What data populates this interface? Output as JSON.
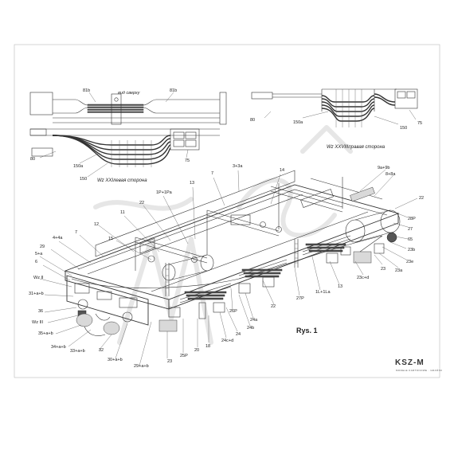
{
  "figure_label": "Rys. 1",
  "brand": {
    "name": "KSZ-M",
    "sub": "MODELE KARTONOWE · GDAŃSK"
  },
  "inset_left": {
    "title": "вид сверху",
    "caption": "Wz XXI",
    "caption_suffix": "левая сторона",
    "labels": [
      "81b",
      "81b",
      "80",
      "150a",
      "75",
      "150"
    ]
  },
  "inset_right": {
    "caption": "Wz XXVIII",
    "caption_suffix": "правая сторона",
    "labels": [
      "80",
      "150a",
      "150",
      "75"
    ]
  },
  "callouts": [
    {
      "id": "c1",
      "text": "3+3a"
    },
    {
      "id": "c2",
      "text": "14"
    },
    {
      "id": "c3",
      "text": "7"
    },
    {
      "id": "c4",
      "text": "13"
    },
    {
      "id": "c5",
      "text": "1P+1Pa"
    },
    {
      "id": "c6",
      "text": "22"
    },
    {
      "id": "c7",
      "text": "11"
    },
    {
      "id": "c8",
      "text": "12"
    },
    {
      "id": "c9",
      "text": "15"
    },
    {
      "id": "c10",
      "text": "7"
    },
    {
      "id": "c11",
      "text": "4+4a"
    },
    {
      "id": "c12",
      "text": "29"
    },
    {
      "id": "c13",
      "text": "5+a"
    },
    {
      "id": "c14",
      "text": "6"
    },
    {
      "id": "c15",
      "text": "Wz II"
    },
    {
      "id": "c16",
      "text": "31+a+b"
    },
    {
      "id": "c17",
      "text": "36"
    },
    {
      "id": "c18",
      "text": "Wz III"
    },
    {
      "id": "c19",
      "text": "35+a+b"
    },
    {
      "id": "c20",
      "text": "34+a+b"
    },
    {
      "id": "c21",
      "text": "33+a+b"
    },
    {
      "id": "c22",
      "text": "32"
    },
    {
      "id": "c23",
      "text": "30+a+b"
    },
    {
      "id": "c24",
      "text": "29+a+b"
    },
    {
      "id": "c25",
      "text": "23"
    },
    {
      "id": "c26",
      "text": "25P"
    },
    {
      "id": "c27",
      "text": "20"
    },
    {
      "id": "c28",
      "text": "18"
    },
    {
      "id": "c29",
      "text": "24c+d"
    },
    {
      "id": "c30",
      "text": "24"
    },
    {
      "id": "c31",
      "text": "24b"
    },
    {
      "id": "c32",
      "text": "24a"
    },
    {
      "id": "c33",
      "text": "26P"
    },
    {
      "id": "c34",
      "text": "22"
    },
    {
      "id": "c35",
      "text": "27P"
    },
    {
      "id": "c36",
      "text": "1L+1La"
    },
    {
      "id": "c37",
      "text": "13"
    },
    {
      "id": "c38",
      "text": "23c+d"
    },
    {
      "id": "c39",
      "text": "23"
    },
    {
      "id": "c40",
      "text": "23a"
    },
    {
      "id": "c41",
      "text": "23e"
    },
    {
      "id": "c42",
      "text": "23b"
    },
    {
      "id": "c43",
      "text": "65"
    },
    {
      "id": "c44",
      "text": "27"
    },
    {
      "id": "c45",
      "text": "28P"
    },
    {
      "id": "c46",
      "text": "22"
    },
    {
      "id": "c47",
      "text": "8+8a"
    },
    {
      "id": "c48",
      "text": "9a+9b"
    }
  ]
}
